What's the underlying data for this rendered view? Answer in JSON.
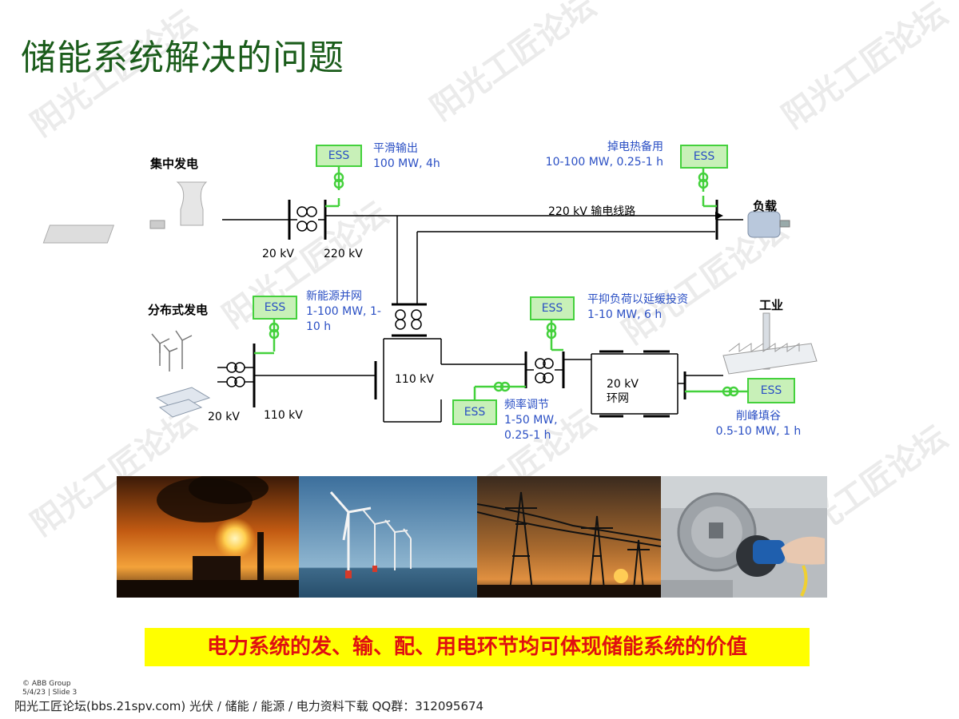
{
  "title": "储能系统解决的问题",
  "diagram": {
    "central_gen": "集中发电",
    "distributed_gen": "分布式发电",
    "load": "负载",
    "industry": "工业",
    "v20_top": "20 kV",
    "v220": "220 kV",
    "line_220": "220 kV  输电线路",
    "v20_left": "20 kV",
    "v110_left": "110 kV",
    "v110_mid": "110 kV",
    "ring_line1": "20 kV",
    "ring_line2": "环网",
    "ess_label": "ESS",
    "smooth": {
      "line1": "平滑输出",
      "line2": "100 MW, 4h"
    },
    "hot_standby": {
      "line1": "掉电热备用",
      "line2": "10-100 MW, 0.25-1 h"
    },
    "renewable": {
      "line1": "新能源并网",
      "line2": "1-100 MW, 1-",
      "line3": "10 h"
    },
    "defer": {
      "line1": "平抑负荷以延缓投资",
      "line2": "1-10 MW, 6 h"
    },
    "freq": {
      "line1": "频率调节",
      "line2": "1-50 MW,",
      "line3": "0.25-1 h"
    },
    "peak": {
      "line1": "削峰填谷",
      "line2": "0.5-10 MW, 1 h"
    }
  },
  "banner": "电力系统的发、输、配、用电环节均可体现储能系统的价值",
  "copyright": {
    "line1": "© ABB Group",
    "line2": "5/4/23 | Slide 3"
  },
  "footer": "阳光工匠论坛(bbs.21spv.com)     光伏 / 储能 / 能源 / 电力资料下载     QQ群：312095674",
  "watermark": "阳光工匠论坛",
  "colors": {
    "title": "#1a5c1a",
    "ess_border": "#44d13c",
    "ess_fill": "#c8f0b8",
    "label_blue": "#2a4fc4",
    "banner_bg": "#ffff00",
    "banner_text": "#e01010"
  }
}
